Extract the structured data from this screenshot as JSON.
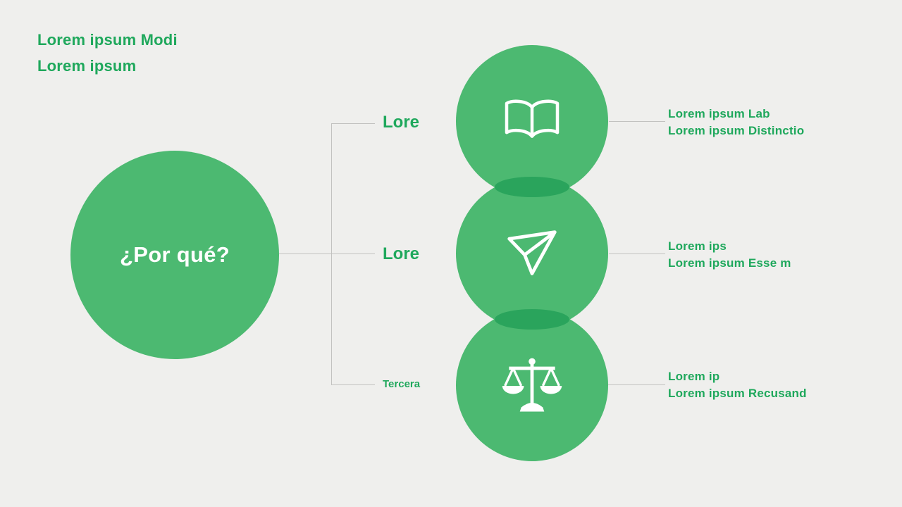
{
  "colors": {
    "accent_green": "#1fa85c",
    "circle_green": "#4cb971",
    "overlap_green": "#2aa45c",
    "bg": "#efefed",
    "line": "#c2c2c0"
  },
  "header": {
    "line1": "Lorem ipsum Modi",
    "line2": "Lorem ipsum"
  },
  "root": {
    "label": "¿Por qué?"
  },
  "branches": [
    {
      "label": "Lore",
      "icon": "book-icon",
      "right_line1": "Lorem ipsum Lab",
      "right_line2": "Lorem ipsum Distinctio"
    },
    {
      "label": "Lore",
      "icon": "paper-plane-icon",
      "right_line1": "Lorem ips",
      "right_line2": "Lorem ipsum Esse m"
    },
    {
      "label": "Tercera",
      "icon": "scales-icon",
      "right_line1": "Lorem ip",
      "right_line2": "Lorem ipsum Recusand"
    }
  ]
}
